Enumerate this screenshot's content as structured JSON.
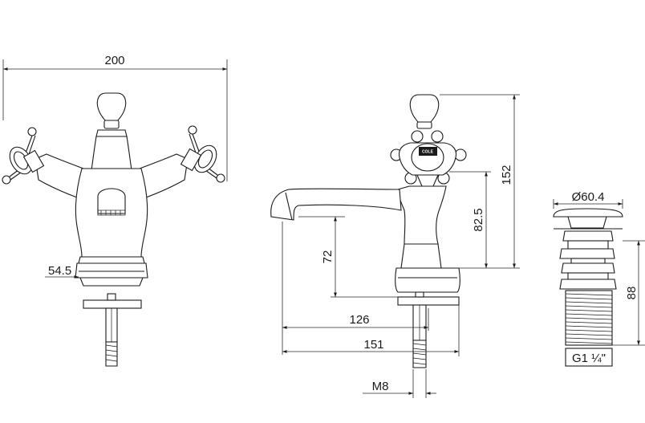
{
  "dimensions": {
    "width_overall": "200",
    "base_offset": "54.5",
    "height_overall": "152",
    "handle_height": "82.5",
    "spout_height": "72",
    "spout_reach": "126",
    "total_reach": "151",
    "thread": "M8",
    "waste_diameter": "Ø60.4",
    "waste_height": "88",
    "waste_thread": "G1 ¼\""
  },
  "brand_badge": "COLE",
  "colors": {
    "line": "#1a1a1a",
    "background": "#ffffff"
  }
}
